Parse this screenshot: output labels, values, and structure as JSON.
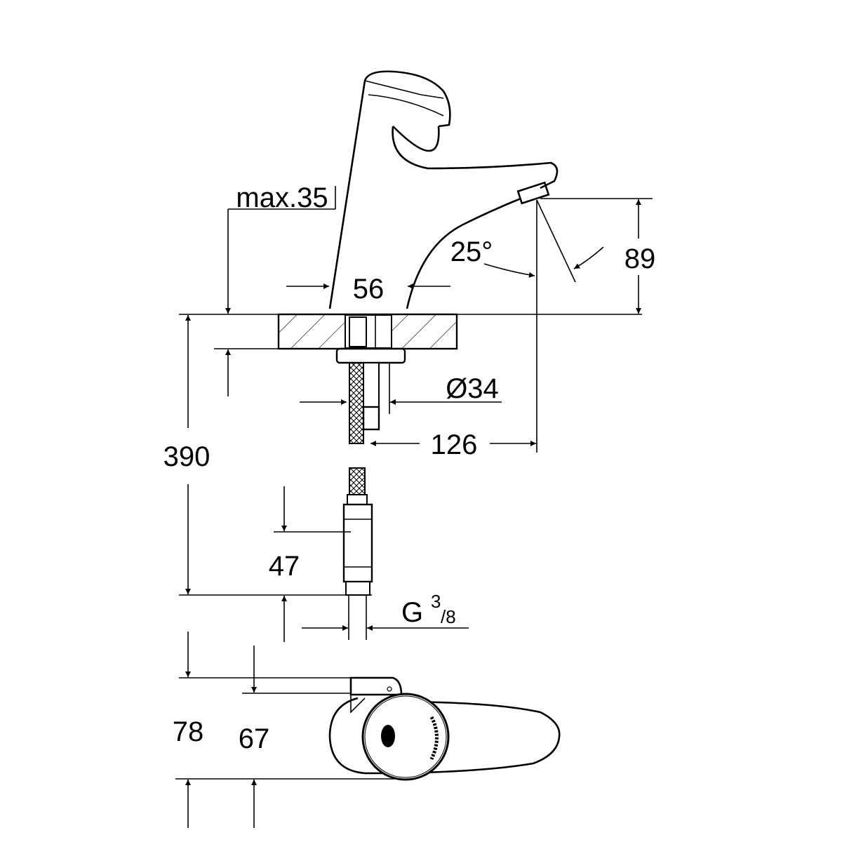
{
  "drawing": {
    "line_color": "#000000",
    "background": "#ffffff",
    "dimensions": {
      "max_depth": "max.35",
      "base_width": "56",
      "spout_angle": "25°",
      "spout_height": "89",
      "hole_diameter": "Ø34",
      "projection": "126",
      "hose_length": "390",
      "fitting_length": "47",
      "thread_letter": "G",
      "thread_numerator": "3",
      "thread_denominator": "/8",
      "top_depth_total": "78",
      "top_depth_body": "67"
    }
  }
}
